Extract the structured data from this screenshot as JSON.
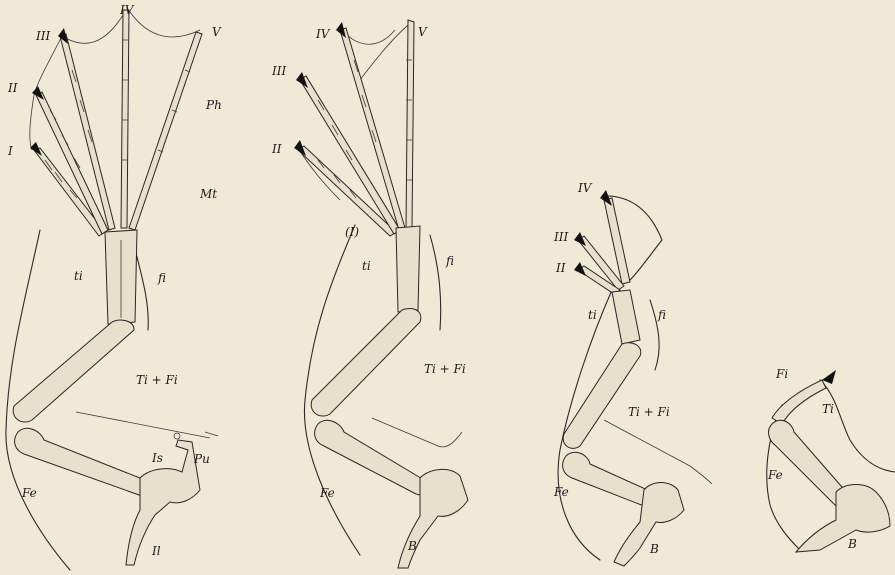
{
  "figure": {
    "background": "#efe9d6",
    "ink": "#2a2a2a",
    "panels": [
      {
        "name": "panel-1",
        "labels": {
          "digit_IV": "IV",
          "digit_III": "III",
          "digit_V": "V",
          "digit_II": "II",
          "digit_I": "I",
          "ph": "Ph",
          "mt": "Mt",
          "ti": "ti",
          "fi": "fi",
          "tifi": "Ti + Fi",
          "is": "Is",
          "pu": "Pu",
          "fe": "Fe",
          "il": "Il"
        }
      },
      {
        "name": "panel-2",
        "labels": {
          "digit_IV": "IV",
          "digit_V": "V",
          "digit_III": "III",
          "digit_II": "II",
          "digit_I": "(I)",
          "ti": "ti",
          "fi": "fi",
          "tifi": "Ti + Fi",
          "fe": "Fe",
          "b": "B"
        }
      },
      {
        "name": "panel-3",
        "labels": {
          "digit_IV": "IV",
          "digit_III": "III",
          "digit_II": "II",
          "ti": "ti",
          "fi": "fi",
          "tifi": "Ti + Fi",
          "fe": "Fe",
          "b": "B"
        }
      },
      {
        "name": "panel-4",
        "labels": {
          "fi": "Fi",
          "ti": "Ti",
          "fe": "Fe",
          "b": "B"
        }
      }
    ]
  }
}
